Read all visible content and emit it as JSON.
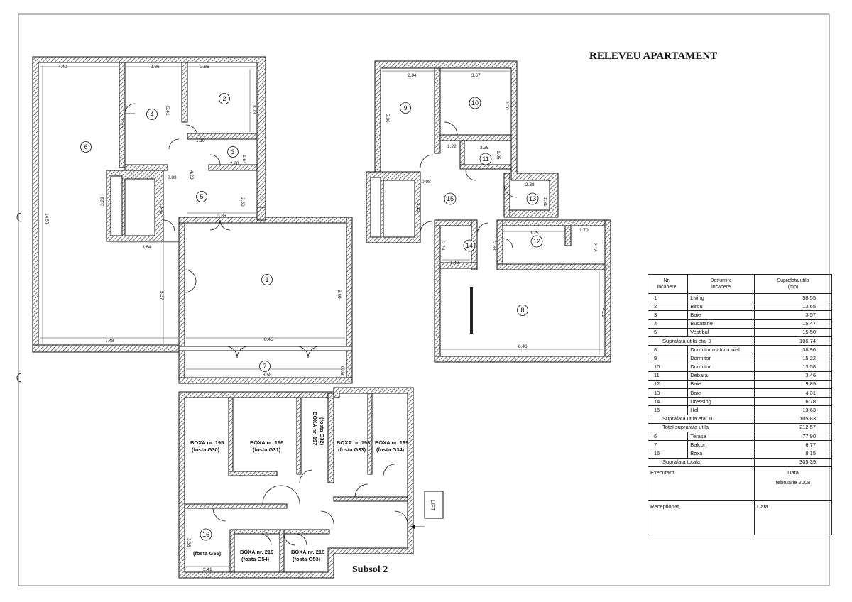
{
  "title": "RELEVEU APARTAMENT",
  "floor_plan": {
    "dims": [
      "4.40",
      "2.86",
      "3.86",
      "3.73",
      "5.75",
      "5.41",
      "1.19",
      "1.64",
      "2.28",
      "4.28",
      "0.83",
      "2.30",
      "3.29",
      "3.42",
      "3.86",
      "3.84",
      "14.57",
      "5.37",
      "6.60",
      "7.48",
      "8.45",
      "0.98",
      "8.58",
      "2.84",
      "3.67",
      "5.36",
      "3.70",
      "1.22",
      "2.35",
      "1.05",
      "0.98",
      "3.15",
      "2.38",
      "1.81",
      "3.25",
      "1.70",
      "2.24",
      "2.33",
      "2.18",
      "1.48",
      "8.46",
      "4.31",
      "3.38",
      "2.41"
    ],
    "room_numbers": [
      "1",
      "2",
      "3",
      "4",
      "5",
      "6",
      "7",
      "8",
      "9",
      "10",
      "11",
      "12",
      "13",
      "14",
      "15",
      "16"
    ],
    "storage": [
      {
        "name": "BOXA nr. 195",
        "old": "(fosta G30)"
      },
      {
        "name": "BOXA nr. 196",
        "old": "(fosta G31)"
      },
      {
        "name": "BOXA nr. 197",
        "old": "(fosta G32)"
      },
      {
        "name": "BOXA nr. 198",
        "old": "(fosta G33)"
      },
      {
        "name": "BOXA nr. 199",
        "old": "(fosta G34)"
      },
      {
        "name": "",
        "old": "(fosta G55)"
      },
      {
        "name": "BOXA nr. 219",
        "old": "(fosta G54)"
      },
      {
        "name": "BOXA nr. 218",
        "old": "(fosta G53)"
      }
    ],
    "lift": "LIFT",
    "basement": "Subsol 2"
  },
  "table": {
    "h1": "Nr.\nincapere",
    "h2": "Denumire\nincapere",
    "h3": "Suprafata utila\n(mp)",
    "rows": [
      {
        "nr": "1",
        "name": "Living",
        "area": "58.55"
      },
      {
        "nr": "2",
        "name": "Birou",
        "area": "13.65"
      },
      {
        "nr": "3",
        "name": "Baie",
        "area": "3.57"
      },
      {
        "nr": "4",
        "name": "Bucatarie",
        "area": "15.47"
      },
      {
        "nr": "5",
        "name": "Vestibul",
        "area": "15.50"
      },
      {
        "subtotal": "Suprafata utila etaj 9",
        "area": "106.74"
      },
      {
        "nr": "8",
        "name": "Dormitor matrimonial",
        "area": "38.96"
      },
      {
        "nr": "9",
        "name": "Dormitor",
        "area": "15.22"
      },
      {
        "nr": "10",
        "name": "Dormitor",
        "area": "13.58"
      },
      {
        "nr": "11",
        "name": "Debara",
        "area": "3.46"
      },
      {
        "nr": "12",
        "name": "Baie",
        "area": "9.89"
      },
      {
        "nr": "13",
        "name": "Baie",
        "area": "4.31"
      },
      {
        "nr": "14",
        "name": "Dressing",
        "area": "6.78"
      },
      {
        "nr": "15",
        "name": "Hol",
        "area": "13.63"
      },
      {
        "subtotal": "Suprafata utila etaj 10",
        "area": "105.83"
      },
      {
        "subtotal": "Total suprafata utila",
        "area": "212.57"
      },
      {
        "nr": "6",
        "name": "Terasa",
        "area": "77.90"
      },
      {
        "nr": "7",
        "name": "Balcon",
        "area": "6.77"
      },
      {
        "nr": "16",
        "name": "Boxa",
        "area": "8.15"
      },
      {
        "subtotal": "Suprafata totala",
        "area": "305.39"
      }
    ],
    "executant": "Executant,",
    "data_label": "Data",
    "date": "februarie 2008",
    "receptionat": "Receptionat,",
    "data_label2": "Data"
  }
}
